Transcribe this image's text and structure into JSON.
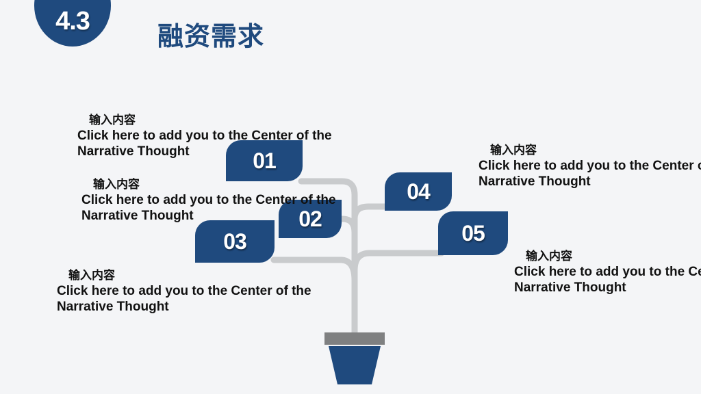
{
  "header": {
    "section_number": "4.3",
    "title": "融资需求"
  },
  "nodes": [
    {
      "label": "01"
    },
    {
      "label": "02"
    },
    {
      "label": "03"
    },
    {
      "label": "04"
    },
    {
      "label": "05"
    }
  ],
  "captions": [
    {
      "heading": "输入内容",
      "line1": "Click here to add  you to the Center of the",
      "line2": "Narrative  Thought"
    },
    {
      "heading": "输入内容",
      "line1": "Click here to add  you to the Center of the",
      "line2": "Narrative  Thought"
    },
    {
      "heading": "输入内容",
      "line1": "Click here to add  you to the Center of the",
      "line2": "Narrative  Thought"
    },
    {
      "heading": "输入内容",
      "line1": "Click here to add  you to the Center of the",
      "line2": "Narrative  Thought"
    },
    {
      "heading": "输入内容",
      "line1": "Click here to add  you to the Center of the",
      "line2": "Narrative  Thought"
    }
  ],
  "colors": {
    "accent": "#1f4a7e",
    "branch": "#c9cbcd",
    "pot_rim": "#7f8081"
  }
}
